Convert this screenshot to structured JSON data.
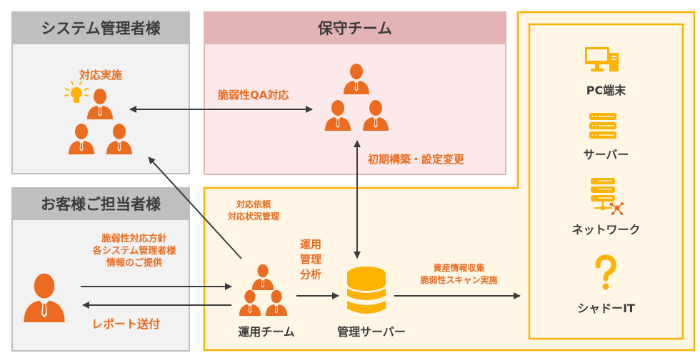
{
  "colors": {
    "accent_orange": "#ec6c1f",
    "accent_yellow": "#ffb300",
    "gray_header": "#bfbfbf",
    "gray_body": "#f2f2f2",
    "pink_header": "#e4b3b4",
    "pink_body": "#fde9ea",
    "yellow_body": "#fff6e5",
    "arrow": "#3b3b3b",
    "text_dark": "#3b3b3b"
  },
  "system_admin": {
    "title": "システム管理者様",
    "action_label": "対応実施",
    "icons": [
      "lightbulb-icon",
      "people-group-icon"
    ]
  },
  "maintenance_team": {
    "title": "保守チーム",
    "qa_label": "脆弱性QA対応",
    "setup_label": "初期構築・設定変更",
    "icons": [
      "people-group-icon"
    ]
  },
  "customer": {
    "title": "お客様ご担当者様",
    "provide_label_lines": [
      "脆弱性対応方針",
      "各システム管理者様",
      "情報のご提供"
    ],
    "report_label": "レポート送付",
    "icons": [
      "person-icon"
    ]
  },
  "operations": {
    "request_label_lines": [
      "対応依頼",
      "対応状況管理"
    ],
    "team_label": "運用チーム",
    "analysis_label_lines": [
      "運用",
      "管理",
      "分析"
    ],
    "server_label": "管理サーバー",
    "scan_label_lines": [
      "資産情報収集",
      "脆弱性スキャン実施"
    ],
    "icons": [
      "people-group-icon",
      "database-icon"
    ]
  },
  "targets": {
    "items": [
      {
        "label": "PC端末",
        "icon": "pc-icon"
      },
      {
        "label": "サーバー",
        "icon": "server-icon"
      },
      {
        "label": "ネットワーク",
        "icon": "network-icon"
      },
      {
        "label": "シャドーIT",
        "icon": "question-icon"
      }
    ]
  }
}
